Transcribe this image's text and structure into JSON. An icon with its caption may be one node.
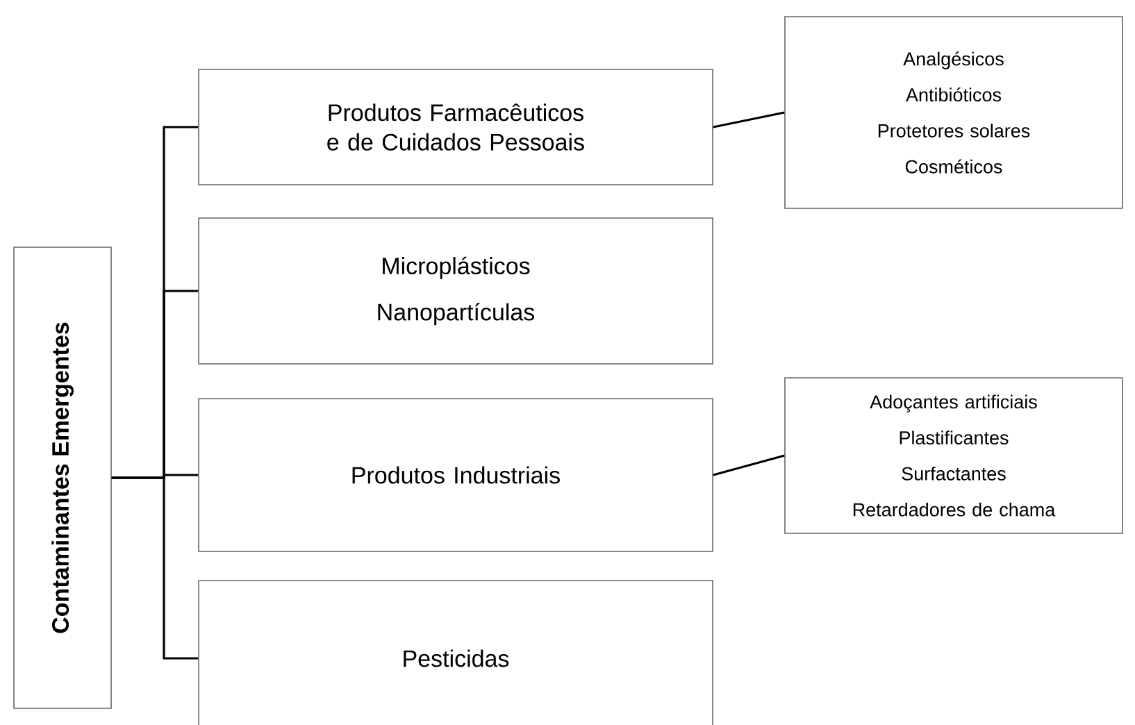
{
  "diagram": {
    "nodes": [
      {
        "text": [
          "Contaminantes Emergentes"
        ]
      },
      {
        "text": [
          "Produtos Farmacêuticos e de Cuidados Pessoais"
        ]
      },
      {
        "text": [
          "Analgésicos",
          "Antibióticos",
          "Protetores solares",
          "Cosméticos"
        ]
      },
      {
        "text": [
          "Microplásticos",
          "Nanopartículas"
        ]
      },
      {
        "text": [
          "Produtos Industriais"
        ]
      },
      {
        "text": [
          "Adoçantes artificiais",
          "Plastificantes",
          "Surfactantes",
          "Retardadores de chama"
        ]
      },
      {
        "text": [
          "Pesticidas"
        ]
      }
    ],
    "edges": [
      {
        "from": 0,
        "to": 1,
        "arrow": "none"
      },
      {
        "from": 0,
        "to": 3,
        "arrow": "none"
      },
      {
        "from": 0,
        "to": 4,
        "arrow": "none"
      },
      {
        "from": 0,
        "to": 6,
        "arrow": "none"
      },
      {
        "from": 1,
        "to": 2,
        "arrow": "none"
      },
      {
        "from": 4,
        "to": 5,
        "arrow": "none"
      }
    ]
  }
}
